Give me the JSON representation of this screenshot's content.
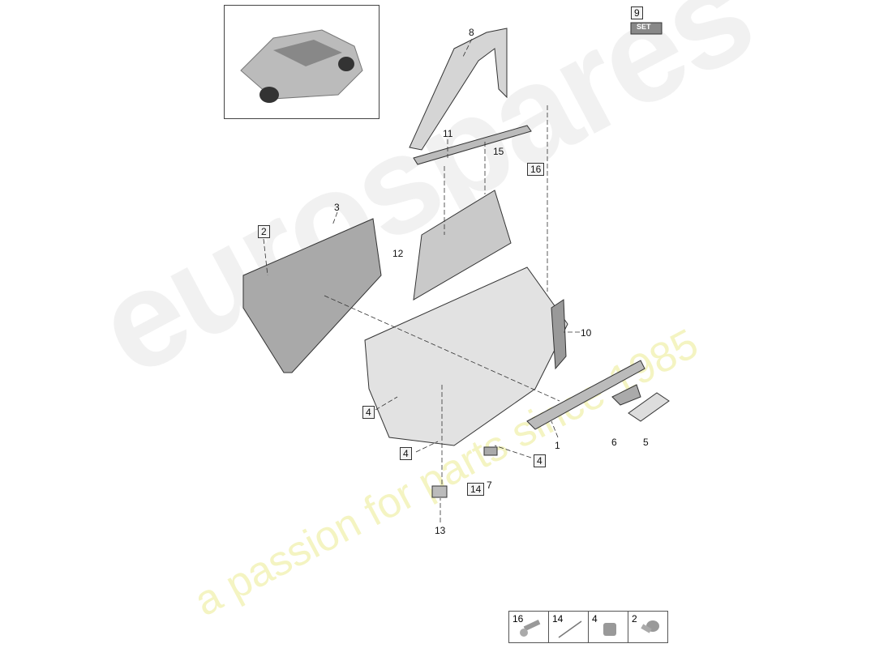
{
  "watermark": {
    "brand": "eurospares",
    "tagline": "a passion for parts since 1985"
  },
  "callouts": {
    "c1": "1",
    "c2": "2",
    "c3": "3",
    "c4a": "4",
    "c4b": "4",
    "c4c": "4",
    "c5": "5",
    "c6": "6",
    "c7": "7",
    "c8": "8",
    "c9": "9",
    "c10": "10",
    "c11": "11",
    "c12": "12",
    "c13": "13",
    "c14": "14",
    "c15": "15",
    "c16": "16"
  },
  "set_label": "SET",
  "legend": [
    {
      "num": "16",
      "icon": "screw-icon"
    },
    {
      "num": "14",
      "icon": "rivet-pin-icon"
    },
    {
      "num": "4",
      "icon": "clip-nut-icon"
    },
    {
      "num": "2",
      "icon": "bolt-icon"
    }
  ]
}
